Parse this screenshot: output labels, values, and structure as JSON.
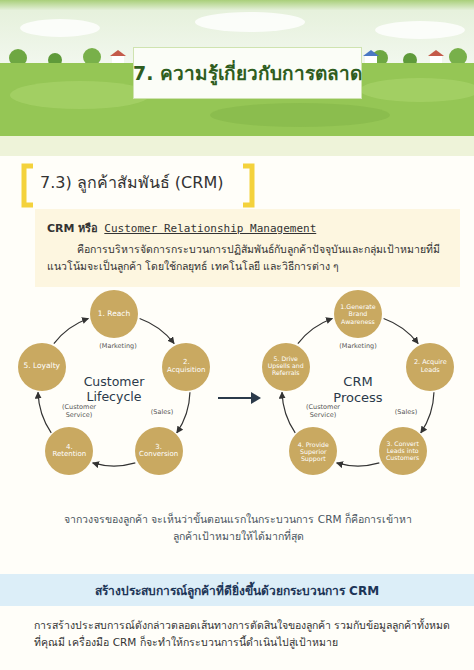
{
  "diagram": {
    "title": "7. ความรู้เกี่ยวกับการตลาด",
    "nodes": [
      {
        "text": [
          "CRM หรือ",
          "Customer Relationship Management",
          "คือการบริหารจัดการกระบวนการปฏิสัมพันธ์กับลูกค้าปัจจุบันและกลุ่มเป้าหมายที่มีแนวโน้มจะเป็นลูกค้า โดยใช้กลยุทธ์ เทคโนโลยี และวิธีการต่าง ๆ"
        ]
      },
      {
        "text": [
          "1. Reach"
        ]
      },
      {
        "text": [
          "2. Acquisition"
        ]
      },
      {
        "text": [
          "3. Conversion"
        ]
      },
      {
        "text": [
          "4. Retention"
        ]
      },
      {
        "text": [
          "5. Loyalty"
        ]
      },
      {
        "text": [
          "1.Generate Brand Awareness"
        ]
      },
      {
        "text": [
          "2. Acquire Leads"
        ]
      },
      {
        "text": [
          "3. Convert Leads into Customers"
        ]
      },
      {
        "text": [
          "4. Provide Superior Support"
        ]
      },
      {
        "text": [
          "5. Drive Upsells and Referrals"
        ]
      },
      {
        "text": [
          "สร้างประสบการณ์ลูกค้าที่ดียิ่งขึ้นด้วยกระบวนการ CRM"
        ]
      }
    ],
    "edges": [
      {
        "from": 1,
        "to": 2,
        "arrow": "to"
      },
      {
        "from": 2,
        "to": 3,
        "arrow": "to"
      },
      {
        "from": 3,
        "to": 4,
        "arrow": "to"
      },
      {
        "from": 4,
        "to": 5,
        "arrow": "to"
      },
      {
        "from": 5,
        "to": 1,
        "arrow": "to"
      },
      {
        "from": 6,
        "to": 7,
        "arrow": "to"
      },
      {
        "from": 7,
        "to": 8,
        "arrow": "to"
      },
      {
        "from": 8,
        "to": 9,
        "arrow": "to"
      },
      {
        "from": 9,
        "to": 10,
        "arrow": "to"
      },
      {
        "from": 10,
        "to": 6,
        "arrow": "to"
      }
    ],
    "labels": [
      "7.3) ลูกค้าสัมพันธ์ (CRM)",
      "Customer Lifecycle",
      "(Marketing)",
      "(Sales)",
      "(Customer Service)",
      "CRM Process",
      "(Marketing)",
      "(Sales)",
      "(Customer Service)",
      "จากวงจรของลูกค้า จะเห็นว่าขั้นตอนแรกในกระบวนการ CRM ก็คือการเข้าหาลูกค้าเป้าหมายให้ได้มากที่สุด",
      "การสร้างประสบการณ์ดังกล่าวตลอดเส้นทางการตัดสินใจของลูกค้า รวมกับข้อมูลลูกค้าทั้งหมดที่คุณมี เครื่องมือ CRM ก็จะทำให้กระบวนการนี้ดำเนินไปสู่เป้าหมาย"
    ]
  }
}
